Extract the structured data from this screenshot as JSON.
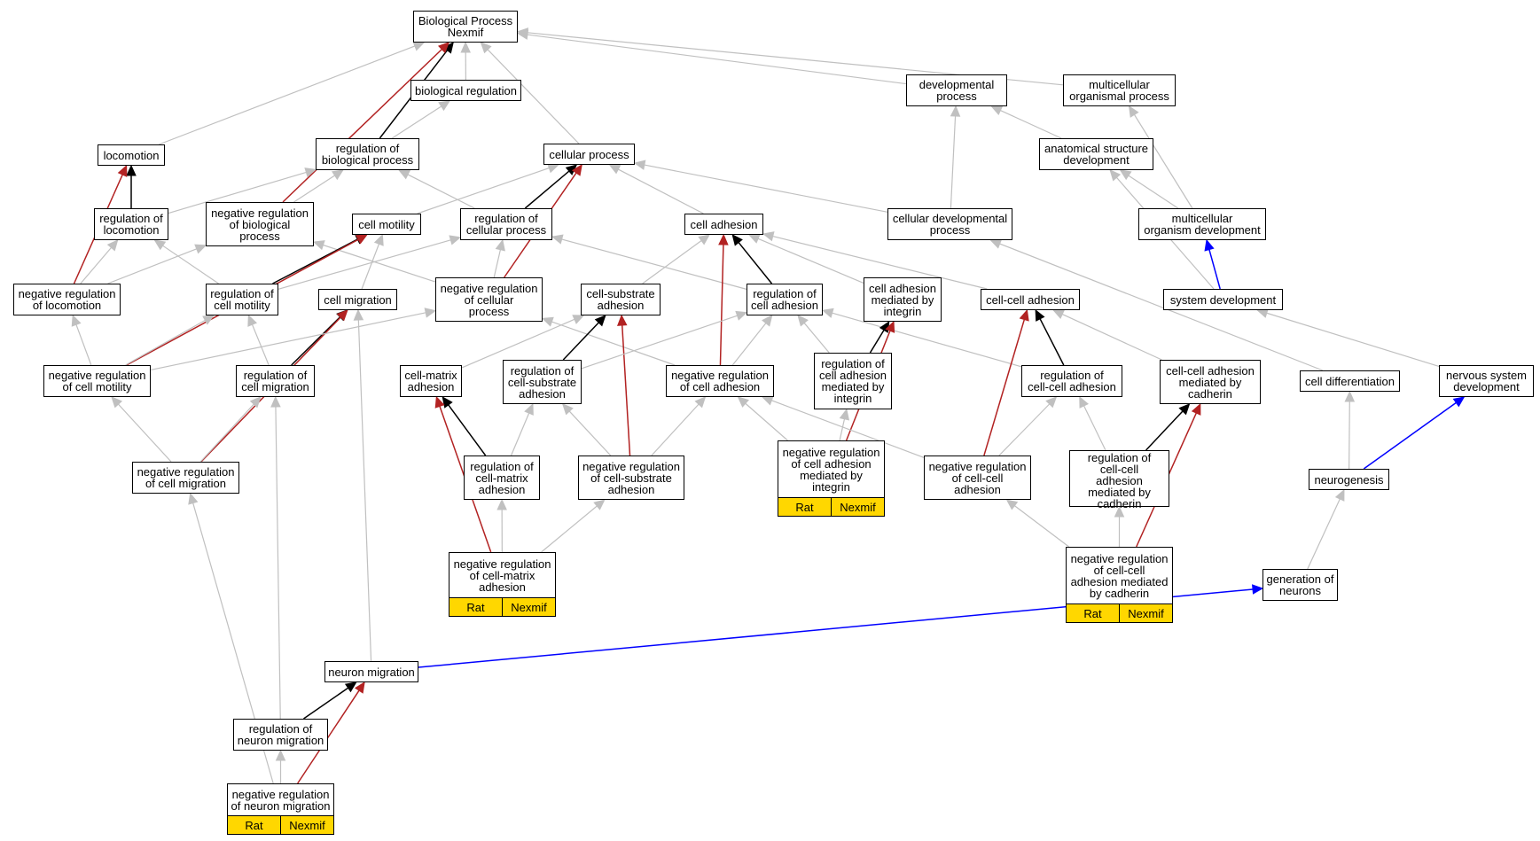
{
  "colors": {
    "is_a": "#c0c0c0",
    "part_of": "#000000",
    "regulates": "#b22222",
    "develops": "#0000ff",
    "highlight": "#ffd700"
  },
  "nodes": {
    "bp": {
      "label": "Biological Process\nNexmif"
    },
    "bioreg": {
      "label": "biological regulation"
    },
    "devproc": {
      "label": "developmental\nprocess"
    },
    "multiproc": {
      "label": "multicellular\norganismal process"
    },
    "locomotion": {
      "label": "locomotion"
    },
    "regbio": {
      "label": "regulation of\nbiological process"
    },
    "cellproc": {
      "label": "cellular process"
    },
    "anatdev": {
      "label": "anatomical structure\ndevelopment"
    },
    "reglocomotion": {
      "label": "regulation of\nlocomotion"
    },
    "negregbio": {
      "label": "negative regulation\nof biological\nprocess"
    },
    "cellmotility": {
      "label": "cell motility"
    },
    "regcellproc": {
      "label": "regulation of\ncellular process"
    },
    "celladh": {
      "label": "cell adhesion"
    },
    "celldevproc": {
      "label": "cellular developmental\nprocess"
    },
    "multidev": {
      "label": "multicellular\norganism development"
    },
    "negreglocomotion": {
      "label": "negative regulation\nof locomotion"
    },
    "regcellmotility": {
      "label": "regulation of\ncell motility"
    },
    "cellmigration": {
      "label": "cell migration"
    },
    "negregcellproc": {
      "label": "negative regulation\nof cellular\nprocess"
    },
    "cellsubadh": {
      "label": "cell-substrate\nadhesion"
    },
    "regcelladh": {
      "label": "regulation of\ncell adhesion"
    },
    "adhintegrin": {
      "label": "cell adhesion\nmediated by\nintegrin"
    },
    "cellcelladh": {
      "label": "cell-cell adhesion"
    },
    "sysdev": {
      "label": "system development"
    },
    "negregcellmotility": {
      "label": "negative regulation\nof cell motility"
    },
    "regcellmigration": {
      "label": "regulation of\ncell migration"
    },
    "cellmatrixadh": {
      "label": "cell-matrix\nadhesion"
    },
    "regcellsubadh": {
      "label": "regulation of\ncell-substrate\nadhesion"
    },
    "negregcelladh": {
      "label": "negative regulation\nof cell adhesion"
    },
    "regadhintegrin": {
      "label": "regulation of\ncell adhesion\nmediated by\nintegrin"
    },
    "regcellcelladh": {
      "label": "regulation of\ncell-cell adhesion"
    },
    "adhcadherin": {
      "label": "cell-cell adhesion\nmediated by\ncadherin"
    },
    "celldiff": {
      "label": "cell differentiation"
    },
    "nervdev": {
      "label": "nervous system\ndevelopment"
    },
    "negregcellmigration": {
      "label": "negative regulation\nof cell migration"
    },
    "regcellmatrixadh": {
      "label": "regulation of\ncell-matrix\nadhesion"
    },
    "negregcellsubadh": {
      "label": "negative regulation\nof cell-substrate\nadhesion"
    },
    "negregadhintegrin": {
      "label": "negative regulation\nof cell adhesion\nmediated by\nintegrin",
      "ann_left": "Rat",
      "ann_right": "Nexmif"
    },
    "negregcellcelladh": {
      "label": "negative regulation\nof cell-cell\nadhesion"
    },
    "regadhcadherin": {
      "label": "regulation of\ncell-cell\nadhesion mediated by\ncadherin"
    },
    "neurogenesis": {
      "label": "neurogenesis"
    },
    "negregcellmatrixadh": {
      "label": "negative regulation\nof cell-matrix\nadhesion",
      "ann_left": "Rat",
      "ann_right": "Nexmif"
    },
    "negregadhcadherin": {
      "label": "negative regulation\nof cell-cell\nadhesion mediated\nby cadherin",
      "ann_left": "Rat",
      "ann_right": "Nexmif"
    },
    "genneurons": {
      "label": "generation of\nneurons"
    },
    "neuronmigration": {
      "label": "neuron migration"
    },
    "regneuronmigration": {
      "label": "regulation of\nneuron migration"
    },
    "negregneuronmigration": {
      "label": "negative regulation\nof neuron migration",
      "ann_left": "Rat",
      "ann_right": "Nexmif"
    }
  },
  "edges": [
    {
      "from": "bioreg",
      "to": "bp",
      "type": "is_a"
    },
    {
      "from": "devproc",
      "to": "bp",
      "type": "is_a"
    },
    {
      "from": "multiproc",
      "to": "bp",
      "type": "is_a"
    },
    {
      "from": "locomotion",
      "to": "bp",
      "type": "is_a"
    },
    {
      "from": "regbio",
      "to": "bp",
      "type": "part_of"
    },
    {
      "from": "negregbio",
      "to": "bp",
      "type": "regulates"
    },
    {
      "from": "cellproc",
      "to": "bp",
      "type": "is_a"
    },
    {
      "from": "regbio",
      "to": "bioreg",
      "type": "is_a"
    },
    {
      "from": "anatdev",
      "to": "devproc",
      "type": "is_a"
    },
    {
      "from": "celldevproc",
      "to": "devproc",
      "type": "is_a"
    },
    {
      "from": "multidev",
      "to": "multiproc",
      "type": "is_a"
    },
    {
      "from": "reglocomotion",
      "to": "locomotion",
      "type": "part_of"
    },
    {
      "from": "negreglocomotion",
      "to": "locomotion",
      "type": "regulates"
    },
    {
      "from": "reglocomotion",
      "to": "regbio",
      "type": "is_a"
    },
    {
      "from": "negregbio",
      "to": "regbio",
      "type": "is_a"
    },
    {
      "from": "regcellproc",
      "to": "regbio",
      "type": "is_a"
    },
    {
      "from": "cellmotility",
      "to": "cellproc",
      "type": "is_a"
    },
    {
      "from": "regcellproc",
      "to": "cellproc",
      "type": "part_of"
    },
    {
      "from": "negregcellproc",
      "to": "cellproc",
      "type": "regulates"
    },
    {
      "from": "celladh",
      "to": "cellproc",
      "type": "is_a"
    },
    {
      "from": "celldevproc",
      "to": "cellproc",
      "type": "is_a"
    },
    {
      "from": "multidev",
      "to": "anatdev",
      "type": "is_a"
    },
    {
      "from": "sysdev",
      "to": "anatdev",
      "type": "is_a"
    },
    {
      "from": "sysdev",
      "to": "multidev",
      "type": "develops"
    },
    {
      "from": "negreglocomotion",
      "to": "reglocomotion",
      "type": "is_a"
    },
    {
      "from": "regcellmotility",
      "to": "reglocomotion",
      "type": "is_a"
    },
    {
      "from": "negreglocomotion",
      "to": "negregbio",
      "type": "is_a"
    },
    {
      "from": "negregcellproc",
      "to": "negregbio",
      "type": "is_a"
    },
    {
      "from": "regcellmotility",
      "to": "cellmotility",
      "type": "part_of"
    },
    {
      "from": "cellmigration",
      "to": "cellmotility",
      "type": "is_a"
    },
    {
      "from": "negregcellmotility",
      "to": "cellmotility",
      "type": "regulates"
    },
    {
      "from": "regcellmotility",
      "to": "regcellproc",
      "type": "is_a"
    },
    {
      "from": "negregcellproc",
      "to": "regcellproc",
      "type": "is_a"
    },
    {
      "from": "regcelladh",
      "to": "regcellproc",
      "type": "is_a"
    },
    {
      "from": "cellsubadh",
      "to": "celladh",
      "type": "is_a"
    },
    {
      "from": "regcelladh",
      "to": "celladh",
      "type": "part_of"
    },
    {
      "from": "negregcelladh",
      "to": "celladh",
      "type": "regulates"
    },
    {
      "from": "adhintegrin",
      "to": "celladh",
      "type": "is_a"
    },
    {
      "from": "cellcelladh",
      "to": "celladh",
      "type": "is_a"
    },
    {
      "from": "celldiff",
      "to": "celldevproc",
      "type": "is_a"
    },
    {
      "from": "nervdev",
      "to": "sysdev",
      "type": "is_a"
    },
    {
      "from": "negregcellmotility",
      "to": "negreglocomotion",
      "type": "is_a"
    },
    {
      "from": "negregcellmotility",
      "to": "regcellmotility",
      "type": "is_a"
    },
    {
      "from": "regcellmigration",
      "to": "regcellmotility",
      "type": "is_a"
    },
    {
      "from": "regcellmigration",
      "to": "cellmigration",
      "type": "part_of"
    },
    {
      "from": "negregcellmigration",
      "to": "cellmigration",
      "type": "regulates"
    },
    {
      "from": "neuronmigration",
      "to": "cellmigration",
      "type": "is_a"
    },
    {
      "from": "negregcellmotility",
      "to": "negregcellproc",
      "type": "is_a"
    },
    {
      "from": "negregcelladh",
      "to": "negregcellproc",
      "type": "is_a"
    },
    {
      "from": "cellmatrixadh",
      "to": "cellsubadh",
      "type": "is_a"
    },
    {
      "from": "regcellsubadh",
      "to": "cellsubadh",
      "type": "part_of"
    },
    {
      "from": "negregcellsubadh",
      "to": "cellsubadh",
      "type": "regulates"
    },
    {
      "from": "regcellsubadh",
      "to": "regcelladh",
      "type": "is_a"
    },
    {
      "from": "negregcelladh",
      "to": "regcelladh",
      "type": "is_a"
    },
    {
      "from": "regadhintegrin",
      "to": "regcelladh",
      "type": "is_a"
    },
    {
      "from": "regcellcelladh",
      "to": "regcelladh",
      "type": "is_a"
    },
    {
      "from": "regadhintegrin",
      "to": "adhintegrin",
      "type": "part_of"
    },
    {
      "from": "negregadhintegrin",
      "to": "adhintegrin",
      "type": "regulates"
    },
    {
      "from": "regcellcelladh",
      "to": "cellcelladh",
      "type": "part_of"
    },
    {
      "from": "negregcellcelladh",
      "to": "cellcelladh",
      "type": "regulates"
    },
    {
      "from": "adhcadherin",
      "to": "cellcelladh",
      "type": "is_a"
    },
    {
      "from": "neurogenesis",
      "to": "celldiff",
      "type": "is_a"
    },
    {
      "from": "neurogenesis",
      "to": "nervdev",
      "type": "develops"
    },
    {
      "from": "negregcellmigration",
      "to": "negregcellmotility",
      "type": "is_a"
    },
    {
      "from": "negregcellmigration",
      "to": "regcellmigration",
      "type": "is_a"
    },
    {
      "from": "regneuronmigration",
      "to": "regcellmigration",
      "type": "is_a"
    },
    {
      "from": "regcellmatrixadh",
      "to": "cellmatrixadh",
      "type": "part_of"
    },
    {
      "from": "negregcellmatrixadh",
      "to": "cellmatrixadh",
      "type": "regulates"
    },
    {
      "from": "regcellmatrixadh",
      "to": "regcellsubadh",
      "type": "is_a"
    },
    {
      "from": "negregcellsubadh",
      "to": "regcellsubadh",
      "type": "is_a"
    },
    {
      "from": "negregcellsubadh",
      "to": "negregcelladh",
      "type": "is_a"
    },
    {
      "from": "negregcellcelladh",
      "to": "negregcelladh",
      "type": "is_a"
    },
    {
      "from": "negregadhintegrin",
      "to": "negregcelladh",
      "type": "is_a"
    },
    {
      "from": "negregadhintegrin",
      "to": "regadhintegrin",
      "type": "is_a"
    },
    {
      "from": "negregcellcelladh",
      "to": "regcellcelladh",
      "type": "is_a"
    },
    {
      "from": "regadhcadherin",
      "to": "regcellcelladh",
      "type": "is_a"
    },
    {
      "from": "regadhcadherin",
      "to": "adhcadherin",
      "type": "part_of"
    },
    {
      "from": "negregadhcadherin",
      "to": "adhcadherin",
      "type": "regulates"
    },
    {
      "from": "genneurons",
      "to": "neurogenesis",
      "type": "is_a"
    },
    {
      "from": "negregcellmatrixadh",
      "to": "regcellmatrixadh",
      "type": "is_a"
    },
    {
      "from": "negregcellmatrixadh",
      "to": "negregcellsubadh",
      "type": "is_a"
    },
    {
      "from": "negregadhcadherin",
      "to": "regadhcadherin",
      "type": "is_a"
    },
    {
      "from": "negregadhcadherin",
      "to": "negregcellcelladh",
      "type": "is_a"
    },
    {
      "from": "neuronmigration",
      "to": "genneurons",
      "type": "develops"
    },
    {
      "from": "regneuronmigration",
      "to": "neuronmigration",
      "type": "part_of"
    },
    {
      "from": "negregneuronmigration",
      "to": "neuronmigration",
      "type": "regulates"
    },
    {
      "from": "negregneuronmigration",
      "to": "regneuronmigration",
      "type": "is_a"
    },
    {
      "from": "negregneuronmigration",
      "to": "negregcellmigration",
      "type": "is_a"
    }
  ]
}
